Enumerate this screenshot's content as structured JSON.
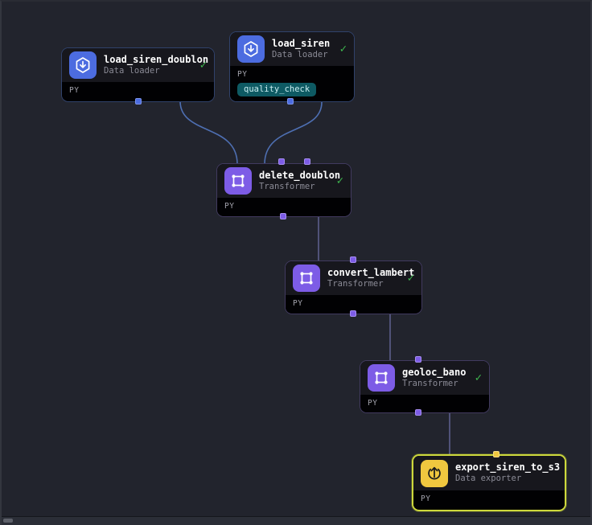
{
  "pipeline": {
    "nodes": [
      {
        "title": "load_siren_doublon",
        "subtitle": "Data loader",
        "language": "PY",
        "status": "success"
      },
      {
        "title": "load_siren",
        "subtitle": "Data loader",
        "language": "PY",
        "status": "success",
        "badge": "quality_check"
      },
      {
        "title": "delete_doublon",
        "subtitle": "Transformer",
        "language": "PY",
        "status": "success"
      },
      {
        "title": "convert_lambert",
        "subtitle": "Transformer",
        "language": "PY",
        "status": "success"
      },
      {
        "title": "geoloc_bano",
        "subtitle": "Transformer",
        "language": "PY",
        "status": "success"
      },
      {
        "title": "export_siren_to_s3",
        "subtitle": "Data exporter",
        "language": "PY"
      }
    ],
    "edges": [
      {
        "from": "load_siren_doublon",
        "to": "delete_doublon"
      },
      {
        "from": "load_siren",
        "to": "delete_doublon"
      },
      {
        "from": "delete_doublon",
        "to": "convert_lambert"
      },
      {
        "from": "convert_lambert",
        "to": "geoloc_bano"
      },
      {
        "from": "geoloc_bano",
        "to": "export_siren_to_s3"
      }
    ]
  },
  "icons": {
    "check_glyph": "✓",
    "loader": "hexagon-download-icon",
    "transformer": "frame-corners-icon",
    "exporter": "circle-upload-icon"
  },
  "colors": {
    "canvas_bg": "#22242d",
    "data_loader": "#4c6ce0",
    "transformer": "#7d5ce6",
    "data_exporter": "#f0c73f",
    "exporter_selected_border": "#cdd83c",
    "success_check": "#3fb950",
    "edge_from_loader": "#4e6fb2",
    "edge_from_transformer": "#5d5f8c",
    "badge_bg": "#0e5a63",
    "badge_text": "#c9eef1"
  }
}
